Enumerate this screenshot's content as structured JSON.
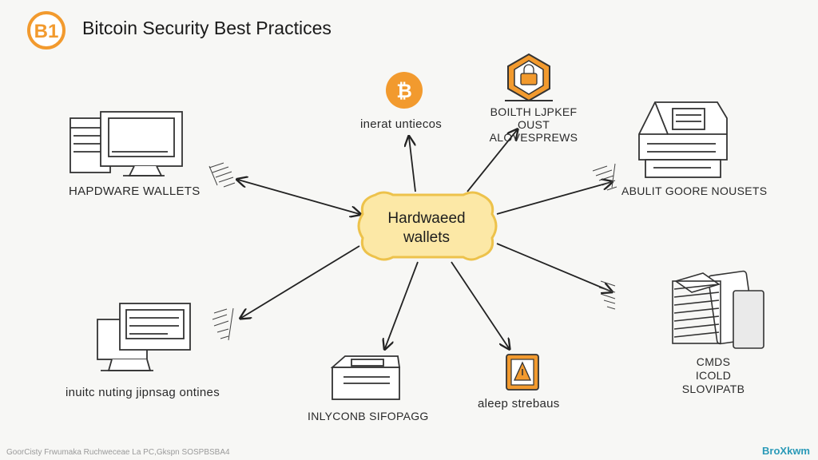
{
  "header": {
    "logo_text": "B1",
    "title": "Bitcoin Security Best Practices"
  },
  "center": {
    "line1": "Hardwaeed",
    "line2": "wallets"
  },
  "nodes": [
    {
      "id": "hardware",
      "label": "HAPDWARE WALLETS",
      "icon": "desktop-monitor-icon"
    },
    {
      "id": "internal",
      "label": "inerat untiecos",
      "icon": "bitcoin-coin-icon"
    },
    {
      "id": "build",
      "label_line1": "BOILTH LJPKEF",
      "label_line2": "OUST ALOVESPREWS",
      "icon": "hexagon-lock-icon"
    },
    {
      "id": "abuilt",
      "label": "ABULIT GOORE NOUSETS",
      "icon": "printer-device-icon"
    },
    {
      "id": "cmds",
      "label_line1": "CMDS ICOLD",
      "label_line2": "SLOVIPATB",
      "icon": "card-stack-icon"
    },
    {
      "id": "aleep",
      "label": "aleep strebaus",
      "icon": "warning-tablet-icon"
    },
    {
      "id": "inly",
      "label": "INLYCONB SIFOPAGG",
      "icon": "scanner-box-icon"
    },
    {
      "id": "inuit",
      "label": "inuitc nuting jipnsag ontines",
      "icon": "computer-stack-icon"
    }
  ],
  "colors": {
    "accent_orange": "#F29A2E",
    "center_fill": "#FCE8A6",
    "center_stroke": "#EDC24B",
    "line": "#222222",
    "brand": "#2A9AB8"
  },
  "footer": {
    "left_text": "GoorCisty Frwumaka Ruchweceae La PC,Gkspn SOSPBSBA4",
    "brand": "BroXkwm"
  }
}
